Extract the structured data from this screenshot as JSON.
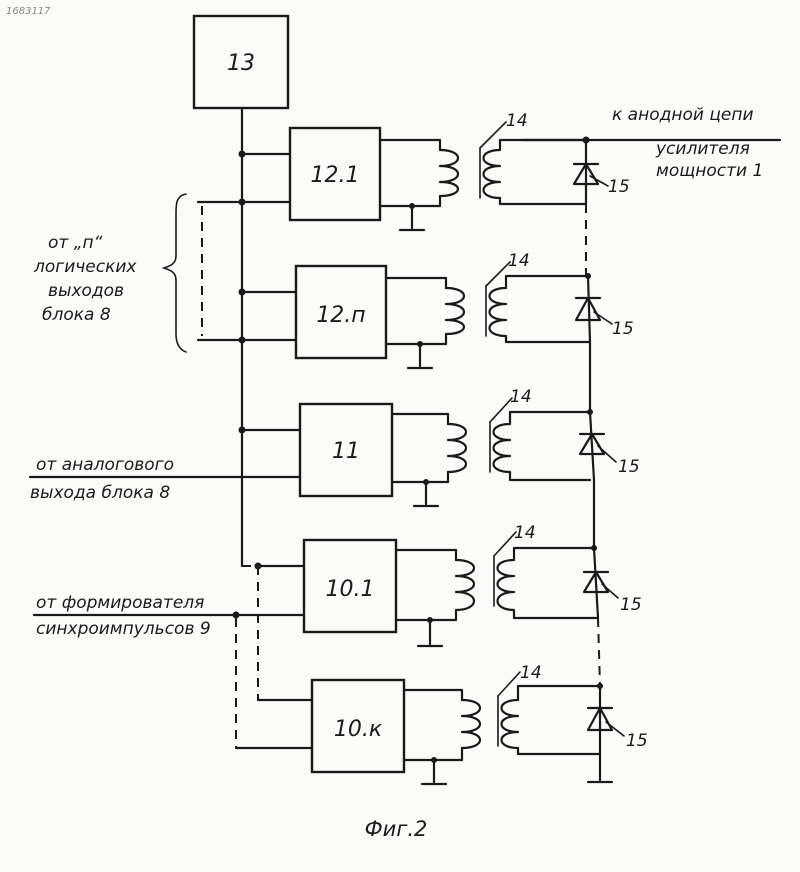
{
  "figure": {
    "caption": "Фиг.2"
  },
  "blocks": [
    {
      "id": "b13",
      "label": "13"
    },
    {
      "id": "b12_1",
      "label": "12.1"
    },
    {
      "id": "b12_n",
      "label": "12.п"
    },
    {
      "id": "b11",
      "label": "11"
    },
    {
      "id": "b10_1",
      "label": "10.1"
    },
    {
      "id": "b10_k",
      "label": "10.к"
    }
  ],
  "transformer_label": "14",
  "diode_label": "15",
  "notes": {
    "anode_line1": "к анодной цепи",
    "anode_line2": "усилителя",
    "anode_line3": "мощности 1",
    "logic_line1": "от „п“",
    "logic_line2": "логических",
    "logic_line3": "выходов",
    "logic_line4": "блока 8",
    "analog_line1": "от аналогового",
    "analog_line2": "выхода блока 8",
    "sync_line1": "от формирователя",
    "sync_line2": "синхроимпульсов 9"
  },
  "header_mark": "1683117"
}
